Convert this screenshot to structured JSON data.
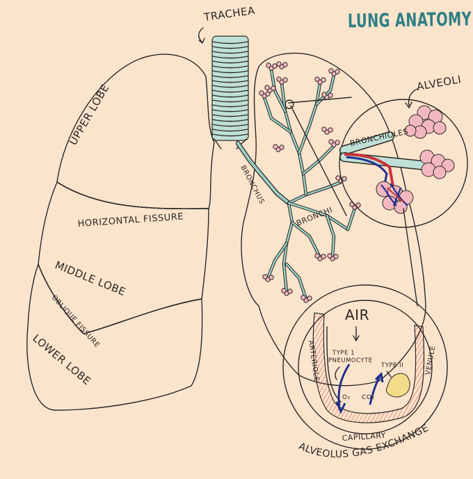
{
  "title": "LUNG ANATOMY",
  "labels": {
    "trachea": "TRACHEA",
    "upper_lobe": "UPPER LOBE",
    "horizontal_fissure": "HORIZONTAL FISSURE",
    "middle_lobe": "MIDDLE LOBE",
    "oblique_fissure": "OBLIQUE FISSURE",
    "lower_lobe": "LOWER LOBE",
    "bronchus": "BRONCHUS",
    "bronchi": "BRONCHI",
    "alveoli": "ALVEOLI",
    "bronchioles": "BRONCHIOLES",
    "air": "AIR",
    "type1_line1": "TYPE 1",
    "type1_line2": "PNEUMOCYTE",
    "type2": "TYPE II",
    "arteriole": "ARTERIOLE",
    "venule": "VENULE",
    "capillary": "CAPILLARY",
    "o2": "O₂",
    "co2": "CO₂",
    "gas_exchange": "ALVEOLUS GAS EXCHANGE"
  },
  "colors": {
    "background": "#fbe4cc",
    "teal": "#bfe0d6",
    "title": "#2e7f86",
    "alveoli_pink": "#f3b8bf",
    "vessel_red": "#c8323a",
    "vessel_blue": "#1f2f8f"
  }
}
